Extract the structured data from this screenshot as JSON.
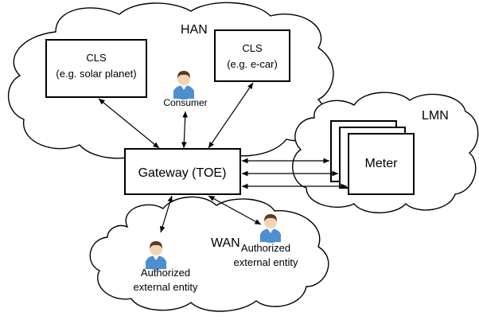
{
  "zones": {
    "han": "HAN",
    "lmn": "LMN",
    "wan": "WAN"
  },
  "nodes": {
    "cls_solar": {
      "line1": "CLS",
      "line2": "(e.g. solar planet)"
    },
    "cls_ecar": {
      "line1": "CLS",
      "line2": "(e.g. e-car)"
    },
    "consumer": {
      "label": "Consumer",
      "icon": "person-icon"
    },
    "gateway": {
      "label": "Gateway (TOE)"
    },
    "meter": {
      "label": "Meter"
    },
    "entity_left": {
      "line1": "Authorized",
      "line2": "external entity",
      "icon": "person-icon"
    },
    "entity_right": {
      "line1": "Authorized",
      "line2": "external entity",
      "icon": "person-icon"
    }
  },
  "colors": {
    "person_skin": "#f3d2b4",
    "person_hair": "#5a3a22",
    "person_shirt": "#4d8fd0",
    "person_collar": "#ffffff"
  }
}
